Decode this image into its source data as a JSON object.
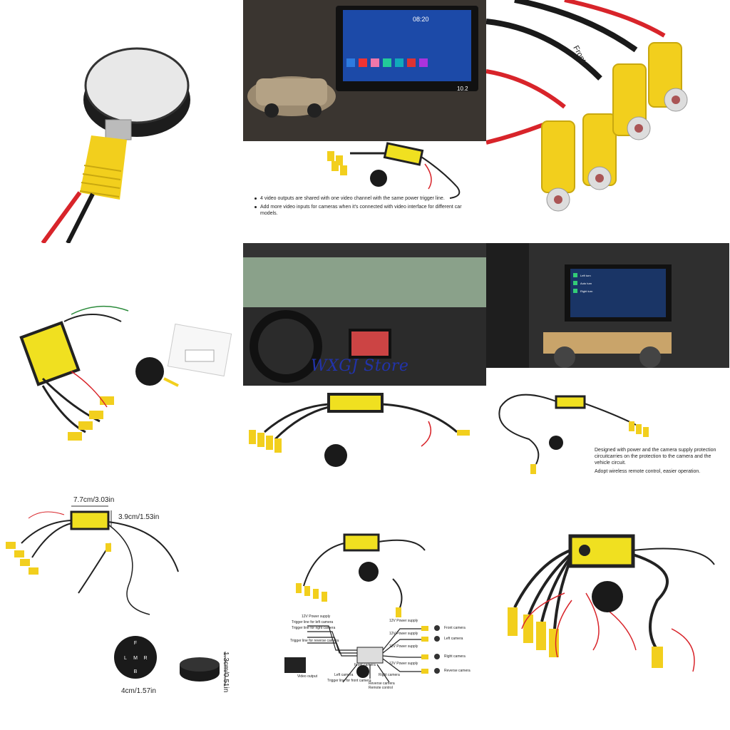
{
  "tile2": {
    "screen_time": "08:20",
    "speed": "10.2",
    "bullets": [
      "4 video outputs are shared with one video channel with the same power trigger line.",
      "Add more video inputs for cameras when it's connected with video interface for different car models."
    ]
  },
  "tile3": {
    "front_label": "Front"
  },
  "tile5": {
    "watermark": "WXGJ Store"
  },
  "tile6": {
    "menu": [
      "Left turn",
      "Auto turn",
      "Right turn"
    ],
    "notes": [
      "Designed with power and the camera supply protection circuitcarries on the protection to the camera and the vehicle circuit.",
      "Adopt wireless remote control, easier operation."
    ]
  },
  "tile7": {
    "length": "7.7cm/3.03in",
    "width": "3.9cm/1.53in",
    "remote_diameter": "4cm/1.57in",
    "remote_height": "1.3cm/0.51in",
    "remote_keys": [
      "F",
      "L",
      "M",
      "R",
      "B"
    ]
  },
  "tile8": {
    "diagram_labels": [
      "12V Power supply",
      "Trigger line for left camera",
      "Trigger line for right camera",
      "Trigger line for reverse camera",
      "12V Power supply",
      "Front camera",
      "12V Power supply",
      "Left camera",
      "12V Power supply",
      "Right camera",
      "12V Power supply",
      "Reverse camera",
      "Video output",
      "Left camera",
      "Front camera",
      "Right camera",
      "Trigger line for front camera",
      "Reverse camera",
      "Remote control"
    ]
  },
  "colors": {
    "connector_yellow": "#f2cf1d",
    "box_yellow": "#f0e020",
    "cable_black": "#1a1a1a",
    "wire_red": "#d8242a"
  }
}
